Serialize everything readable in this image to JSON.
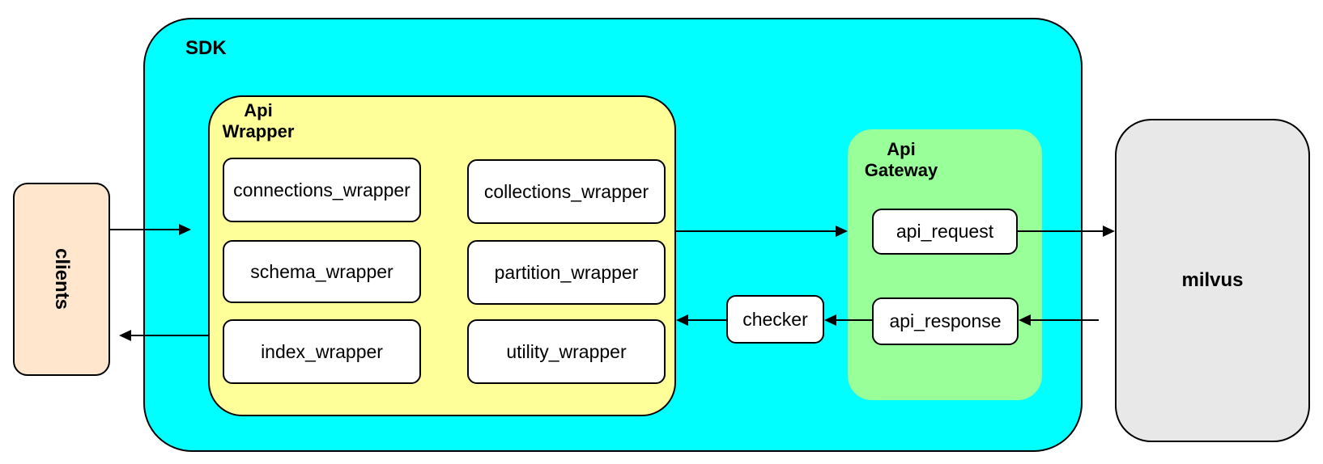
{
  "clients": {
    "label": "clients"
  },
  "sdk": {
    "label": "SDK",
    "api_wrapper": {
      "label": [
        "Api",
        "Wrapper"
      ],
      "modules": [
        "connections_wrapper",
        "collections_wrapper",
        "schema_wrapper",
        "partition_wrapper",
        "index_wrapper",
        "utility_wrapper"
      ]
    },
    "checker": {
      "label": "checker"
    },
    "api_gateway": {
      "label": [
        "Api",
        "Gateway"
      ],
      "api_request": {
        "label": "api_request"
      },
      "api_response": {
        "label": "api_response"
      }
    }
  },
  "milvus": {
    "label": "milvus"
  },
  "colors": {
    "sdk_fill": "#00ffff",
    "api_wrapper_fill": "#ffff99",
    "api_gateway_fill": "#99ff99",
    "clients_fill": "#ffe6cc",
    "milvus_fill": "#e8e8e8",
    "node_fill": "#ffffff",
    "stroke": "#000000"
  }
}
